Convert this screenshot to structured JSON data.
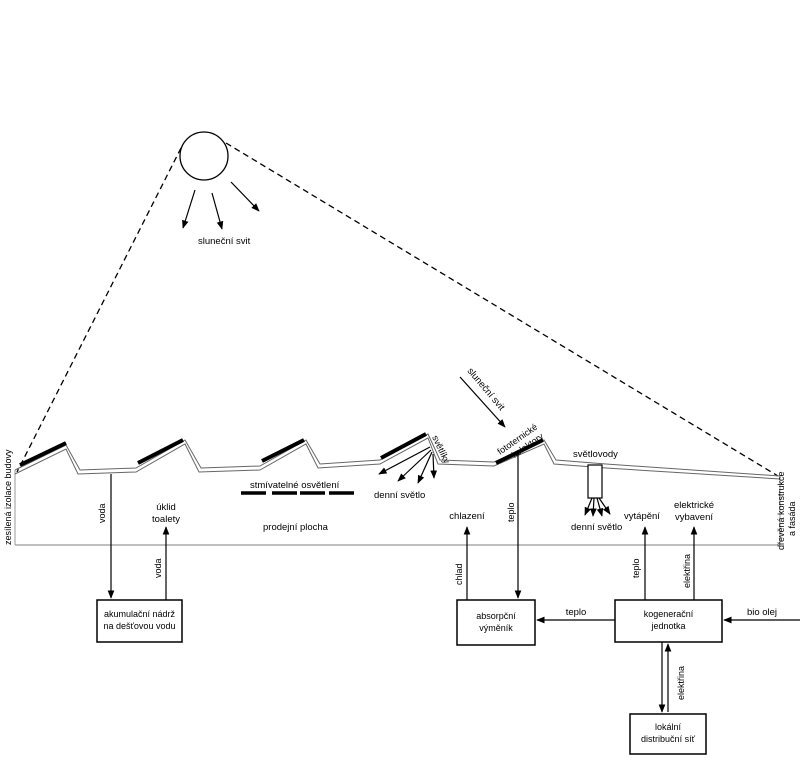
{
  "labels": {
    "sun_main": "sluneční svit",
    "sun_secondary": "sluneční svit",
    "left_wall": "zesílená izolace budovy",
    "right_wall_1": "dřevěná konstrukce",
    "right_wall_2": "a fasáda",
    "dimmable_lighting": "stmívatelné osvětlení",
    "sales_area": "prodejní plocha",
    "skylights": "světlíky",
    "daylight_1": "denní světlo",
    "pv_collectors_1": "fototernické",
    "pv_collectors_2": "kolektory",
    "light_tubes": "světlovody",
    "daylight_2": "denní světlo",
    "water_down": "voda",
    "water_up": "voda",
    "toilet_1": "úklid",
    "toilet_2": "toalety",
    "cooling": "chlazení",
    "heat_down": "teplo",
    "cold": "chlad",
    "heating": "vytápění",
    "heat_up": "teplo",
    "electric_1": "elektrické",
    "electric_2": "vybavení",
    "electricity_up": "elektřina",
    "heat_left": "teplo",
    "bio_oil": "bio olej",
    "electricity_down": "elektřina"
  },
  "boxes": {
    "tank_1": "akumulační nádrž",
    "tank_2": "na dešťovou vodu",
    "absorber_1": "absorpční",
    "absorber_2": "výměník",
    "cogen_1": "kogenerační",
    "cogen_2": "jednotka",
    "grid_1": "lokální",
    "grid_2": "distribuční síť"
  }
}
